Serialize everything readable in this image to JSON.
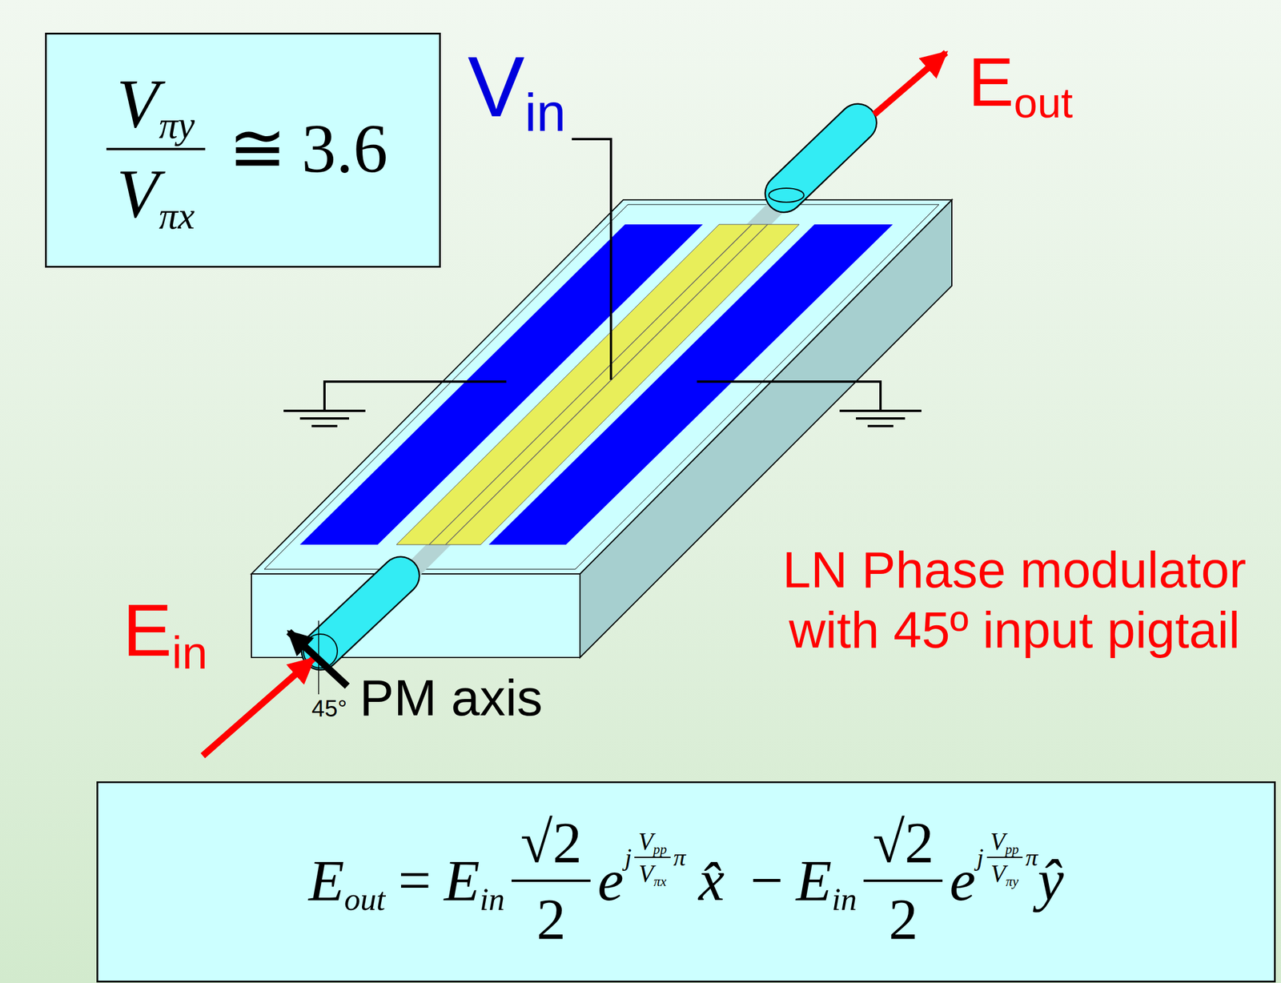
{
  "diagram": {
    "nodes": [
      {
        "text": [
          "Vπy",
          "Vπx",
          "≅",
          "3.6"
        ]
      },
      {
        "text": [
          "Eout",
          "=",
          "Ein",
          "√2",
          "2",
          "e",
          "j",
          "Vpp",
          "Vπx",
          "π",
          "x̂",
          "−",
          "Ein",
          "√2",
          "2",
          "e",
          "j",
          "Vpp",
          "Vπy",
          "π",
          "ŷ"
        ]
      }
    ],
    "labels": [
      "Vin",
      "Eout",
      "Ein",
      "45°",
      "PM axis",
      "LN Phase modulator with 45º input pigtail"
    ]
  }
}
